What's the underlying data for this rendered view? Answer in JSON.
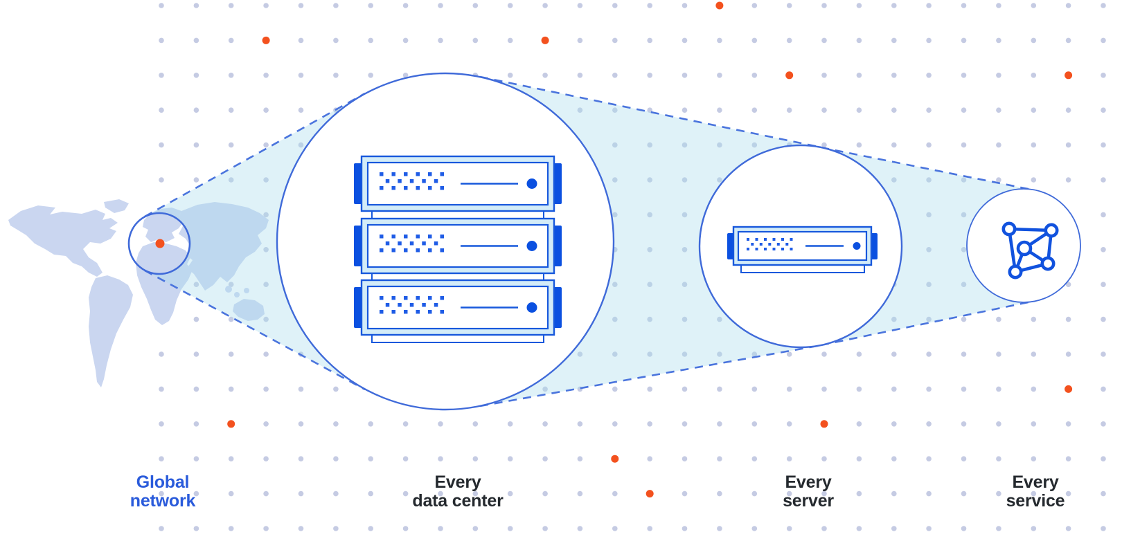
{
  "figure": {
    "title": "Global network zoom diagram",
    "description": "World map location zooming into a data center rack, a single server, and a service network graph"
  },
  "stages": [
    {
      "id": "global-network",
      "line1": "Global",
      "line2": "network",
      "highlighted": true
    },
    {
      "id": "data-center",
      "line1": "Every",
      "line2": "data center",
      "highlighted": false
    },
    {
      "id": "server",
      "line1": "Every",
      "line2": "server",
      "highlighted": false
    },
    {
      "id": "service",
      "line1": "Every",
      "line2": "service",
      "highlighted": false
    }
  ],
  "data_center": {
    "server_units": 3
  },
  "server": {
    "server_units": 1
  },
  "service": {
    "icon": "network-graph-icon"
  },
  "map": {
    "marker_icon": "location-dot",
    "marker_color": "#F3511E"
  },
  "grid": {
    "orange_cells": [
      [
        3,
        1
      ],
      [
        11,
        1
      ],
      [
        16,
        0
      ],
      [
        18,
        2
      ],
      [
        26,
        2
      ],
      [
        26,
        11
      ],
      [
        2,
        12
      ],
      [
        19,
        12
      ],
      [
        13,
        13
      ],
      [
        14,
        14
      ]
    ]
  },
  "colors": {
    "c-blue": "#1758DC",
    "c-deep": "#0B50E0",
    "c-sq": "#1F5CE6",
    "c-stroke": "#3F6AD9",
    "c-dash": "#4A74DD",
    "c-bezel": "#D3ECF8",
    "c-cone": "rgba(171,221,236,0.38)",
    "c-dot": "#C5CBE3",
    "c-orange": "#F3511E",
    "c-map": "#CAD6F0",
    "c-icon": "#1152DE",
    "c-label": "#24292E",
    "c-label-blue": "#2A5BDB"
  }
}
